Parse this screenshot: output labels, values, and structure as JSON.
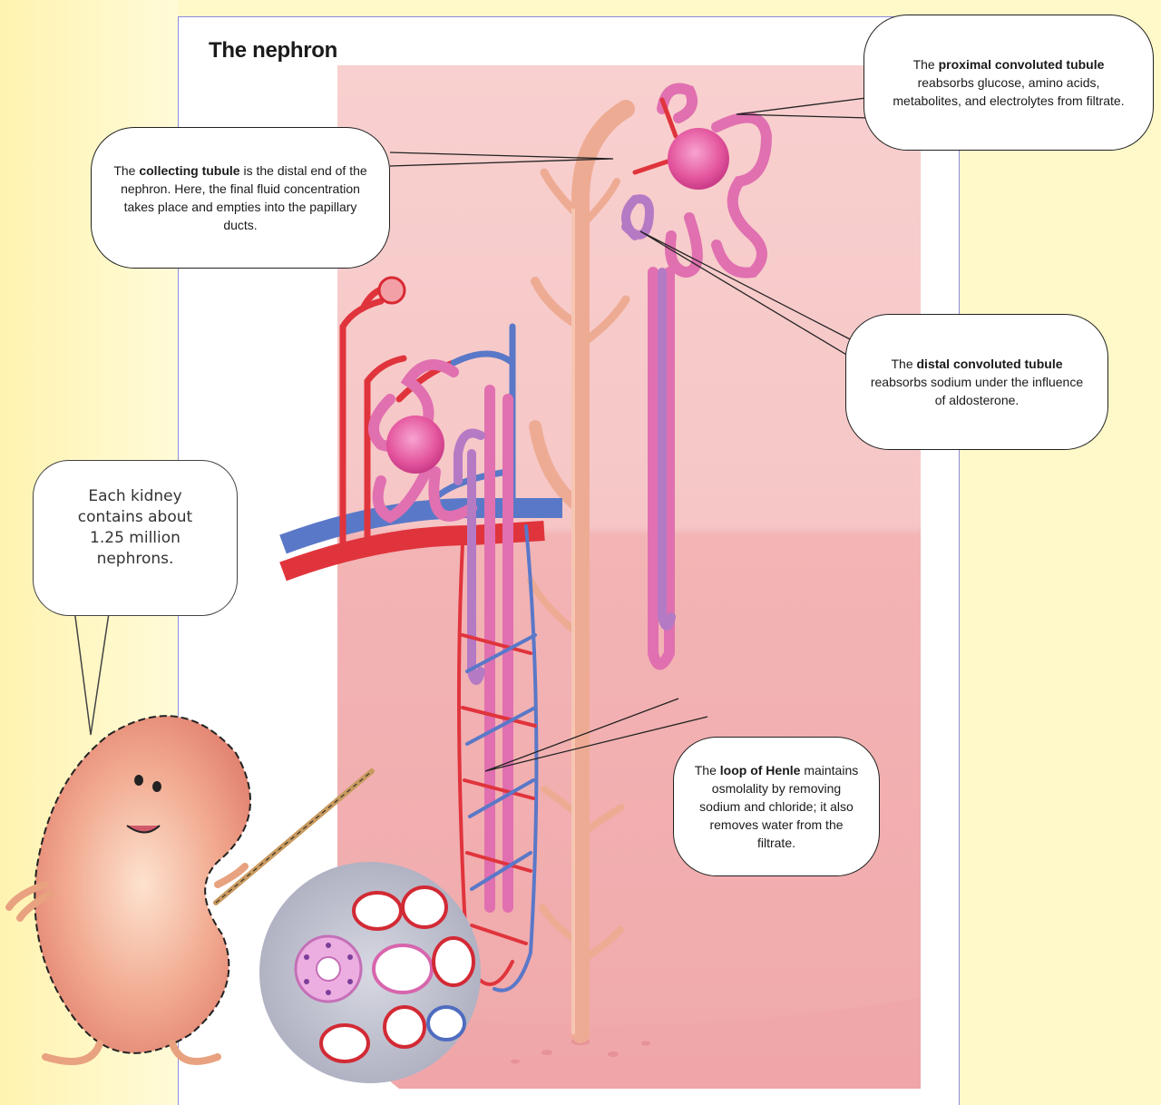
{
  "title": "The nephron",
  "callouts": {
    "collecting": {
      "prefix": "The ",
      "term": "collecting tubule",
      "rest": " is the distal end of the nephron. Here, the final fluid concentration takes place and empties into the papillary ducts."
    },
    "proximal": {
      "prefix": "The ",
      "term": "proximal convoluted tubule",
      "rest": " reabsorbs glucose, amino acids, metabolites, and electrolytes from filtrate."
    },
    "distal": {
      "prefix": "The ",
      "term": "distal convoluted tubule",
      "rest": " reabsorbs sodium under the influence of aldosterone."
    },
    "loop": {
      "prefix": "The ",
      "term": "loop of Henle",
      "rest": " maintains osmolality by removing sodium and chloride; it also removes water from the filtrate."
    }
  },
  "speech": "Each kidney contains about 1.25 million nephrons.",
  "colors": {
    "background": "#fff9c9",
    "cortex": "#f6c8c8",
    "medulla": "#f2b6b6",
    "artery": "#e0343c",
    "vein": "#5a78c8",
    "tubule": "#e070b0",
    "collecting_duct": "#f0b098"
  }
}
